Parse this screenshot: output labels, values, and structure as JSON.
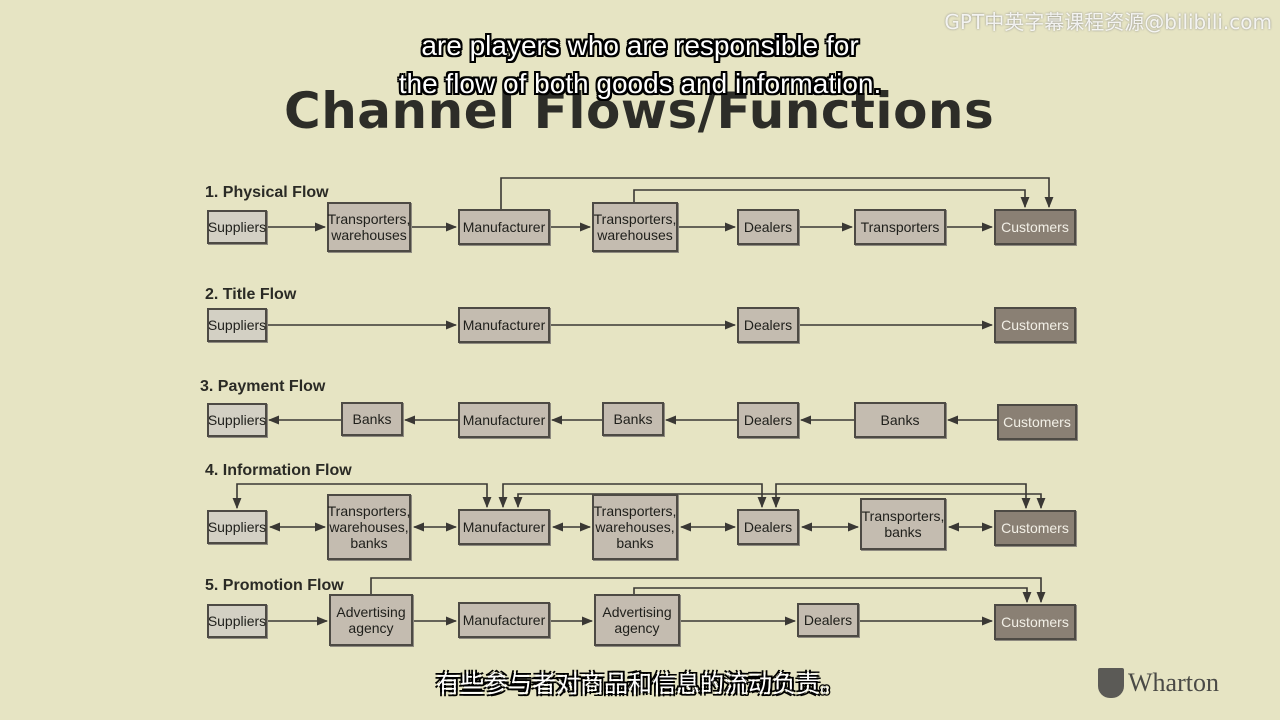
{
  "title": "Channel Flows/Functions",
  "flows": [
    {
      "label": "1. Physical Flow",
      "boxes": [
        {
          "text": "Suppliers",
          "style": "light"
        },
        {
          "text": "Transporters,\nwarehouses",
          "style": "mid"
        },
        {
          "text": "Manufacturer",
          "style": "mid"
        },
        {
          "text": "Transporters,\nwarehouses",
          "style": "mid"
        },
        {
          "text": "Dealers",
          "style": "mid"
        },
        {
          "text": "Transporters",
          "style": "mid"
        },
        {
          "text": "Customers",
          "style": "dark"
        }
      ]
    },
    {
      "label": "2. Title Flow",
      "boxes": [
        {
          "text": "Suppliers",
          "style": "light"
        },
        {
          "text": "Manufacturer",
          "style": "mid"
        },
        {
          "text": "Dealers",
          "style": "mid"
        },
        {
          "text": "Customers",
          "style": "dark"
        }
      ]
    },
    {
      "label": "3. Payment Flow",
      "boxes": [
        {
          "text": "Suppliers",
          "style": "light"
        },
        {
          "text": "Banks",
          "style": "mid"
        },
        {
          "text": "Manufacturer",
          "style": "mid"
        },
        {
          "text": "Banks",
          "style": "mid"
        },
        {
          "text": "Dealers",
          "style": "mid"
        },
        {
          "text": "Banks",
          "style": "mid"
        },
        {
          "text": "Customers",
          "style": "dark"
        }
      ]
    },
    {
      "label": "4. Information Flow",
      "boxes": [
        {
          "text": "Suppliers",
          "style": "light"
        },
        {
          "text": "Transporters,\nwarehouses,\nbanks",
          "style": "mid"
        },
        {
          "text": "Manufacturer",
          "style": "mid"
        },
        {
          "text": "Transporters,\nwarehouses,\nbanks",
          "style": "mid"
        },
        {
          "text": "Dealers",
          "style": "mid"
        },
        {
          "text": "Transporters,\nbanks",
          "style": "mid"
        },
        {
          "text": "Customers",
          "style": "dark"
        }
      ]
    },
    {
      "label": "5. Promotion Flow",
      "boxes": [
        {
          "text": "Suppliers",
          "style": "light"
        },
        {
          "text": "Advertising\nagency",
          "style": "mid"
        },
        {
          "text": "Manufacturer",
          "style": "mid"
        },
        {
          "text": "Advertising\nagency",
          "style": "mid"
        },
        {
          "text": "Dealers",
          "style": "mid"
        },
        {
          "text": "Customers",
          "style": "dark"
        }
      ]
    }
  ],
  "subtitle_en": [
    "are players who are responsible for",
    "the flow of both goods and information."
  ],
  "subtitle_zh": "有些参与者对商品和信息的流动负责。",
  "watermark": "GPT中英字幕课程资源@bilibili.com",
  "logo_text": "Wharton",
  "colors": {
    "background": "#e6e4c3",
    "box": "#c4bcb0",
    "box_light": "#d3d0c4",
    "box_dark": "#8a8074",
    "line": "#3a3834"
  }
}
